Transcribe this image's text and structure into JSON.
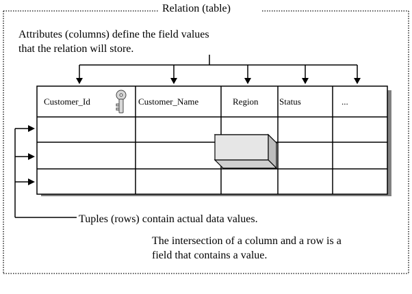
{
  "frame": {
    "title": "Relation (table)"
  },
  "annotations": {
    "attributes_line1": "Attributes (columns) define the field values",
    "attributes_line2": "that the relation will store.",
    "tuples": "Tuples (rows) contain actual data values.",
    "field_line1": "The intersection of a column and a row is a",
    "field_line2": "field that contains a value."
  },
  "table": {
    "columns": [
      "Customer_Id",
      "Customer_Name",
      "Region",
      "Status",
      "..."
    ],
    "key_column_icon": "key-icon",
    "data_row_count": 3
  },
  "colors": {
    "border": "#000000",
    "shadow": "#808080",
    "cell_face": "#e6e6e6",
    "cell_side": "#c0c0c0"
  }
}
